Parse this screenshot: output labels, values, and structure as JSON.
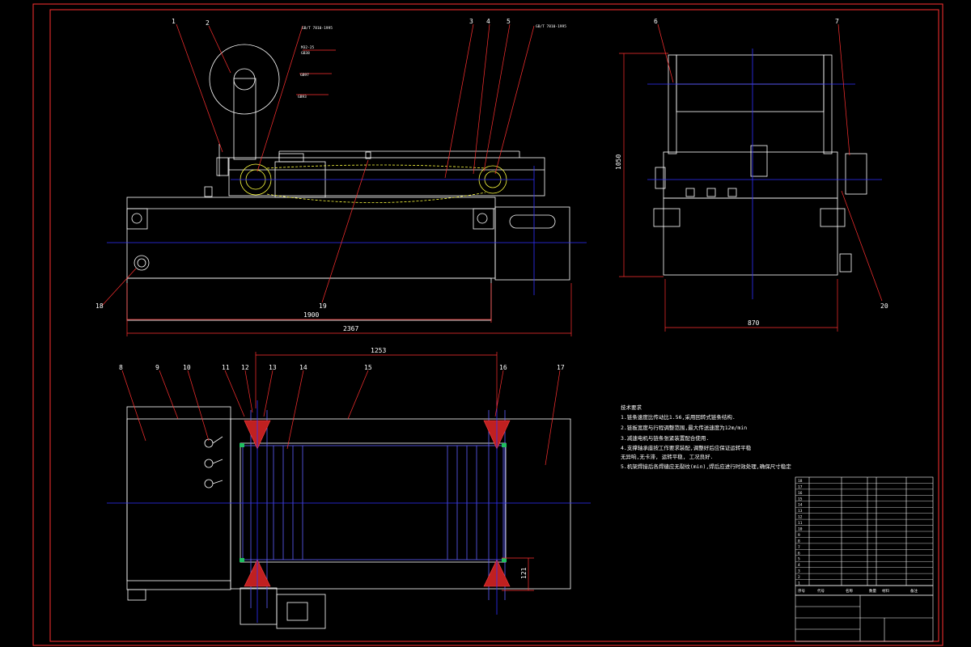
{
  "colors": {
    "background": "#000000",
    "outline": "#ffffff",
    "leader": "#ff2020",
    "centerline": "#3030ff",
    "highlight": "#ffff40",
    "accent": "#00d0d0",
    "magenta": "#ff40ff"
  },
  "front_view": {
    "dims": {
      "d1900": "1900",
      "d2367": "2367"
    },
    "callouts": [
      "1",
      "2",
      "3",
      "4",
      "5",
      "18",
      "19"
    ],
    "spec_notes": [
      "GB/T 7810-1995",
      "M32-25",
      "GB38",
      "GB97",
      "GB93"
    ],
    "spec_right": "GB/T 7810-1995"
  },
  "side_view": {
    "dims": {
      "height": "1050",
      "width": "870"
    },
    "callouts": [
      "6",
      "7",
      "20"
    ]
  },
  "plan_view": {
    "dims": {
      "top": "1253",
      "right": "121"
    },
    "callouts": [
      "8",
      "9",
      "10",
      "11",
      "12",
      "13",
      "14",
      "15",
      "16",
      "17"
    ]
  },
  "tech_notes": {
    "title": "技术要求",
    "lines": [
      "1.链条速度比传动比1.56,采用回转式链条结构.",
      "2.链板宽度与行程调整范围,最大传送速度为12m/min",
      "3.减速电机与链条张紧装置配合使用.",
      "4.支撑轴承座按工作要求装配,调整好后应保证运转平稳",
      "  无异响,无卡滞, 运转平稳, 工况良好.",
      "5.机架焊接后各焊缝应无裂纹(min),焊后应进行时效处理,确保尺寸稳定"
    ]
  },
  "title_block": {
    "rows": [
      "18",
      "17",
      "16",
      "15",
      "14",
      "13",
      "12",
      "11",
      "10",
      "9",
      "8",
      "7",
      "6",
      "5",
      "4",
      "3",
      "2",
      "1"
    ],
    "footer": [
      "序号",
      "代号",
      "名称",
      "数量",
      "材料",
      "备注"
    ]
  }
}
